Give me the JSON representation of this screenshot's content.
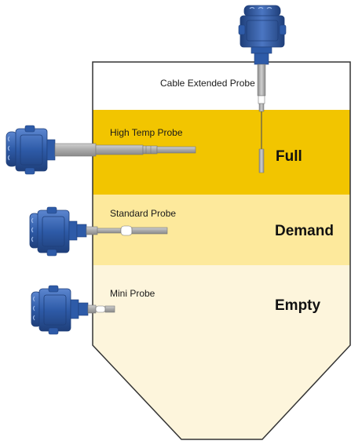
{
  "probes": {
    "cable_extended": "Cable Extended Probe",
    "high_temp": "High Temp Probe",
    "standard": "Standard Probe",
    "mini": "Mini Probe"
  },
  "levels": {
    "full": "Full",
    "demand": "Demand",
    "empty": "Empty"
  },
  "colors": {
    "full_zone": "#F2C500",
    "demand_zone": "#FDE99C",
    "empty_zone": "#FDF5DC",
    "head_blue": "#2E5BA8",
    "head_dark": "#1F3F7A",
    "head_light": "#5C86CF",
    "steel": "#A9A9A9",
    "steel_dark": "#7A7A7A",
    "outline": "#333333"
  },
  "icons": {
    "probe_head": "probe-housing-icon"
  }
}
